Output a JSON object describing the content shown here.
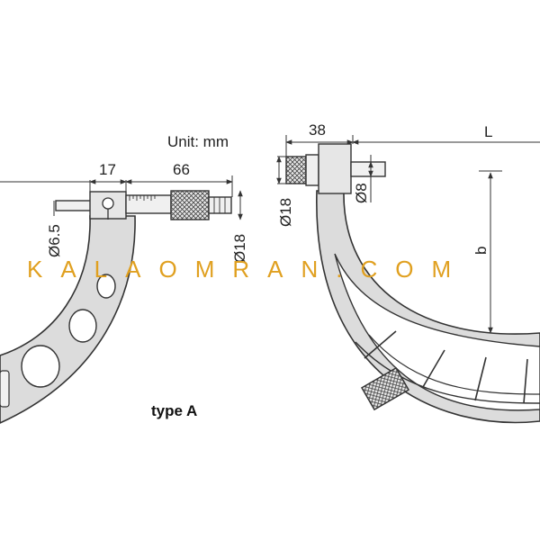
{
  "unit_label": "Unit: mm",
  "type_label": "type A",
  "watermark": "KALAOMRAN.COM",
  "left_view": {
    "dim_17": "17",
    "dim_66": "66",
    "dim_d65": "Ø6.5",
    "dim_d18": "Ø18"
  },
  "right_view": {
    "dim_38": "38",
    "dim_L": "L",
    "dim_d18": "Ø18",
    "dim_d8": "Ø8",
    "dim_b": "b"
  },
  "colors": {
    "frame_fill": "#dcdcdc",
    "line": "#333333",
    "watermark": "#e0a020"
  }
}
